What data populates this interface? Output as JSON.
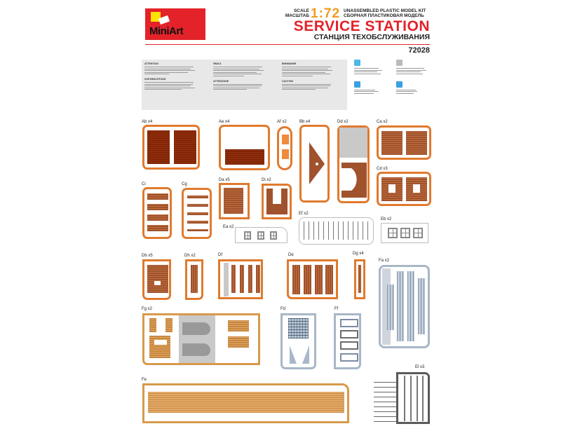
{
  "header": {
    "brand": "MiniArt",
    "scale_label_en": "SCALE",
    "scale_label_ru": "МАСШТАБ",
    "scale": "1:72",
    "kit_type_en": "UNASSEMBLED PLASTIC MODEL KIT",
    "kit_type_ru": "СБОРНАЯ ПЛАСТИКОВАЯ МОДЕЛЬ",
    "title": "SERVICE STATION",
    "subtitle": "СТАНЦИЯ ТЕХОБСЛУЖИВАНИЯ",
    "code": "72028"
  },
  "info": {
    "headings": [
      "ATTENTION",
      "ZUR BEACHTUNG",
      "УВАГА",
      "ATTENZIONE",
      "ВНИМАНИЕ",
      "CAUTION"
    ]
  },
  "colors": {
    "brand_red": "#e3222a",
    "scale_orange": "#f39a1c",
    "sprue_orange": "#e07a2e",
    "part_brown": "#a0522d"
  },
  "sprues": {
    "Ab": "Ab x4",
    "Ae": "Ae x4",
    "Af": "Af x2",
    "Bb": "Bb x4",
    "Dd": "Dd x2",
    "Ca": "Ca x2",
    "Cd": "Cd x3",
    "Ci": "Ci",
    "Cg": "Cg",
    "Da": "Da x5",
    "Di": "Di x2",
    "Ef": "Ef x2",
    "Ea": "Ea x2",
    "Eb": "Eb x2",
    "Db": "Db x5",
    "Dh": "Dh x2",
    "Df": "Df",
    "De": "De",
    "Dg": "Dg x4",
    "Fa": "Fa x2",
    "Fg": "Fg x2",
    "Fd": "Fd",
    "Ff": "Ff",
    "Fe": "Fe",
    "El": "El x3"
  }
}
